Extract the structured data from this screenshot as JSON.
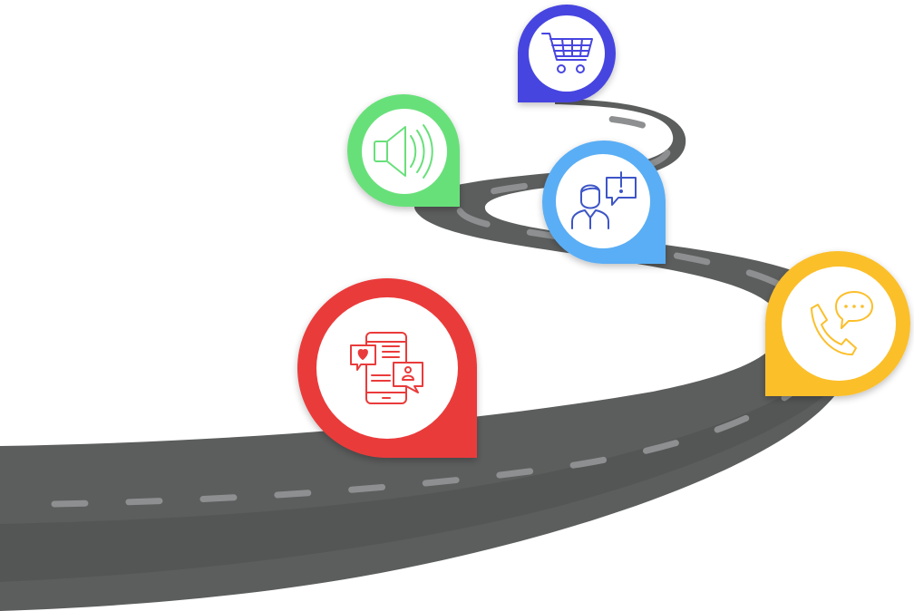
{
  "colors": {
    "background": "#ffffff",
    "road": "#5c5d5d",
    "road_edge": "#4b4c4c",
    "dash": "#8e8f90",
    "pin_inner": "#ffffff",
    "pin_ring": "#dcdcdc"
  },
  "pins": [
    {
      "name": "shopping-cart",
      "icon": "shopping-cart-icon",
      "color": "#4645e0",
      "order": 1
    },
    {
      "name": "loudspeaker",
      "icon": "speaker-icon",
      "color": "#68e07a",
      "order": 2
    },
    {
      "name": "customer-query",
      "icon": "person-alert-icon",
      "color": "#5aaef5",
      "order": 3
    },
    {
      "name": "phone-chat",
      "icon": "phone-chat-icon",
      "color": "#fbbf2b",
      "order": 4
    },
    {
      "name": "mobile-social",
      "icon": "mobile-social-icon",
      "color": "#ea3a3a",
      "order": 5
    }
  ]
}
